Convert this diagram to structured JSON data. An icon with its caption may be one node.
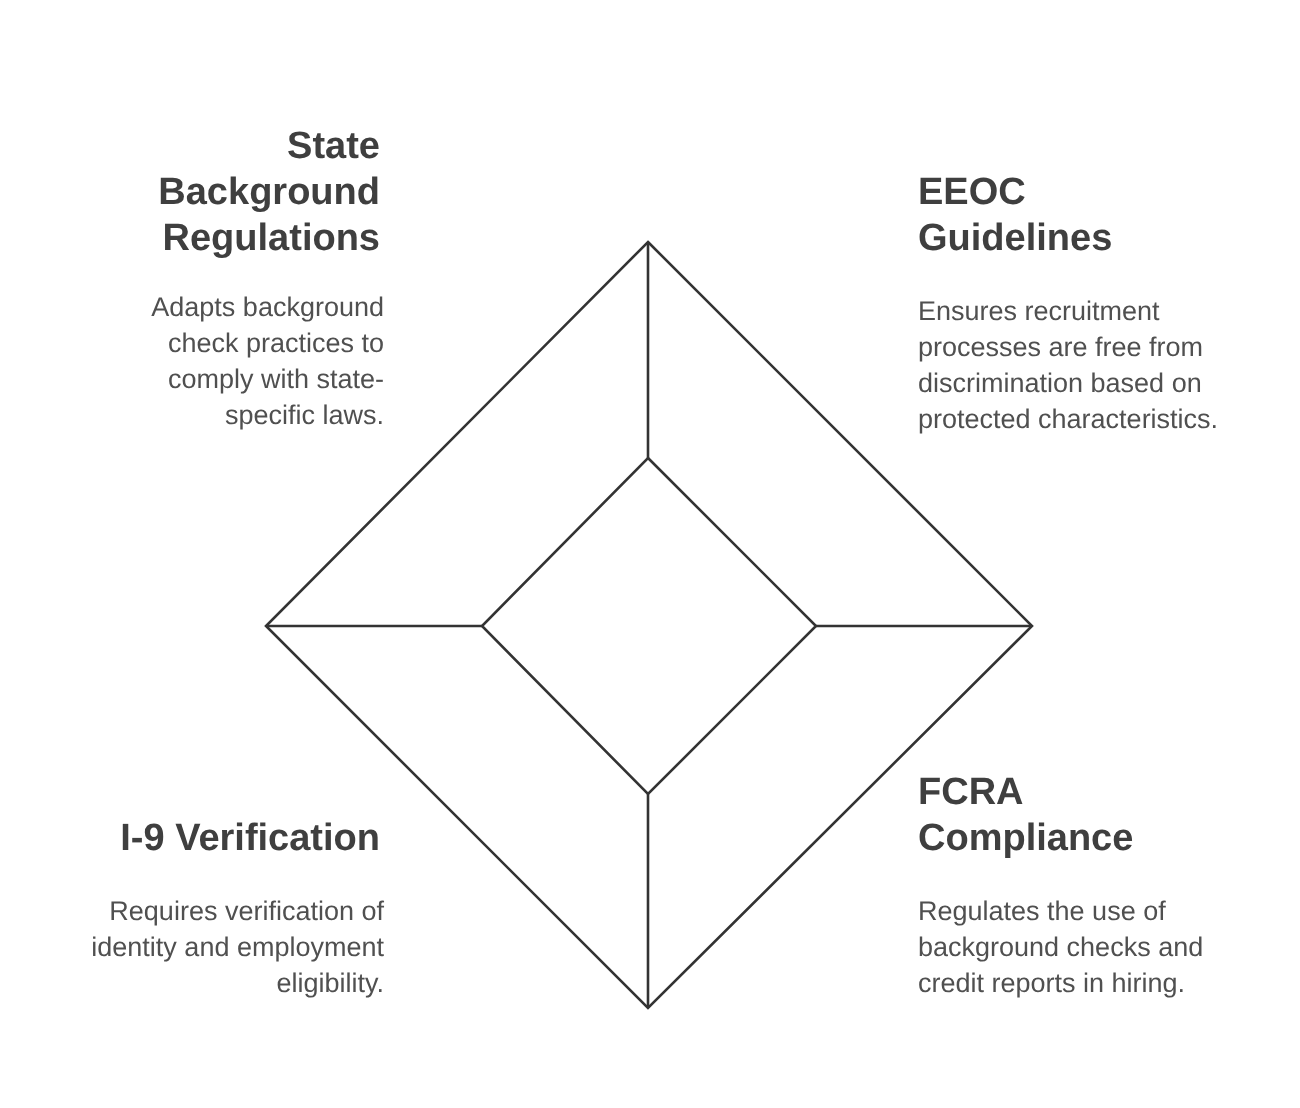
{
  "diagram": {
    "labels": [
      "State Background Regulations",
      "Adapts background check practices to comply with state-specific laws.",
      "EEOC Guidelines",
      "Ensures recruitment processes are free from discrimination based on protected characteristics.",
      "FCRA Compliance",
      "Regulates the use of background checks and credit reports in hiring.",
      "I-9 Verification",
      "Requires verification of identity and employment eligibility."
    ]
  }
}
